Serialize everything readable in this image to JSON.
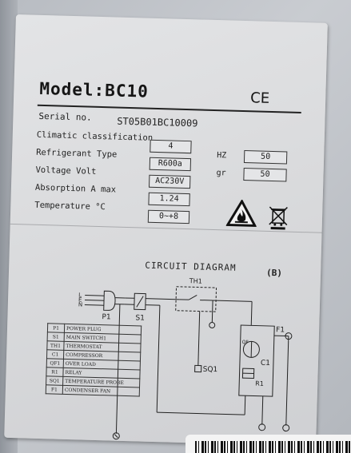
{
  "nameplate": {
    "model_label": "Model:BC10",
    "ce_mark": "CE",
    "serial_label": "Serial no.",
    "serial_value": "ST05B01BC10009",
    "rows": [
      {
        "label": "Climatic classification",
        "value": "4"
      },
      {
        "label": "Refrigerant Type",
        "value": "R600a"
      },
      {
        "label": "Voltage Volt",
        "value": "AC230V"
      },
      {
        "label": "Absorption A max",
        "value": "1.24"
      },
      {
        "label": "Temperature °C",
        "value": "0~+8"
      }
    ],
    "side_fields": [
      {
        "unit": "HZ",
        "value": "50"
      },
      {
        "unit": "gr",
        "value": "50"
      }
    ],
    "icons": [
      "flammable-warning-icon",
      "weee-crossed-bin-icon"
    ]
  },
  "circuit": {
    "title": "CIRCUIT  DIAGRAM",
    "variant": "(B)",
    "labels": {
      "th1": "TH1",
      "p1": "P1",
      "s1": "S1",
      "sq1": "SQ1",
      "f1": "F1",
      "c1": "C1",
      "r1": "R1",
      "qf": "QF",
      "l": "L",
      "e": "E",
      "n": "N"
    },
    "legend": [
      {
        "code": "P1",
        "desc": "POWER PLUG"
      },
      {
        "code": "S1",
        "desc": "MAIN SWITCH1"
      },
      {
        "code": "TH1",
        "desc": "THERMOSTAT"
      },
      {
        "code": "C1",
        "desc": "COMPRESSOR"
      },
      {
        "code": "QF1",
        "desc": "OVER LOAD"
      },
      {
        "code": "R1",
        "desc": "RELAY"
      },
      {
        "code": "SQ1",
        "desc": "TEMPERATURE PROBE"
      },
      {
        "code": "F1",
        "desc": "CONDENSER FAN"
      }
    ]
  },
  "colors": {
    "label_bg": "#dcdddf",
    "ink": "#151515",
    "surface": "#bfc2c7"
  }
}
